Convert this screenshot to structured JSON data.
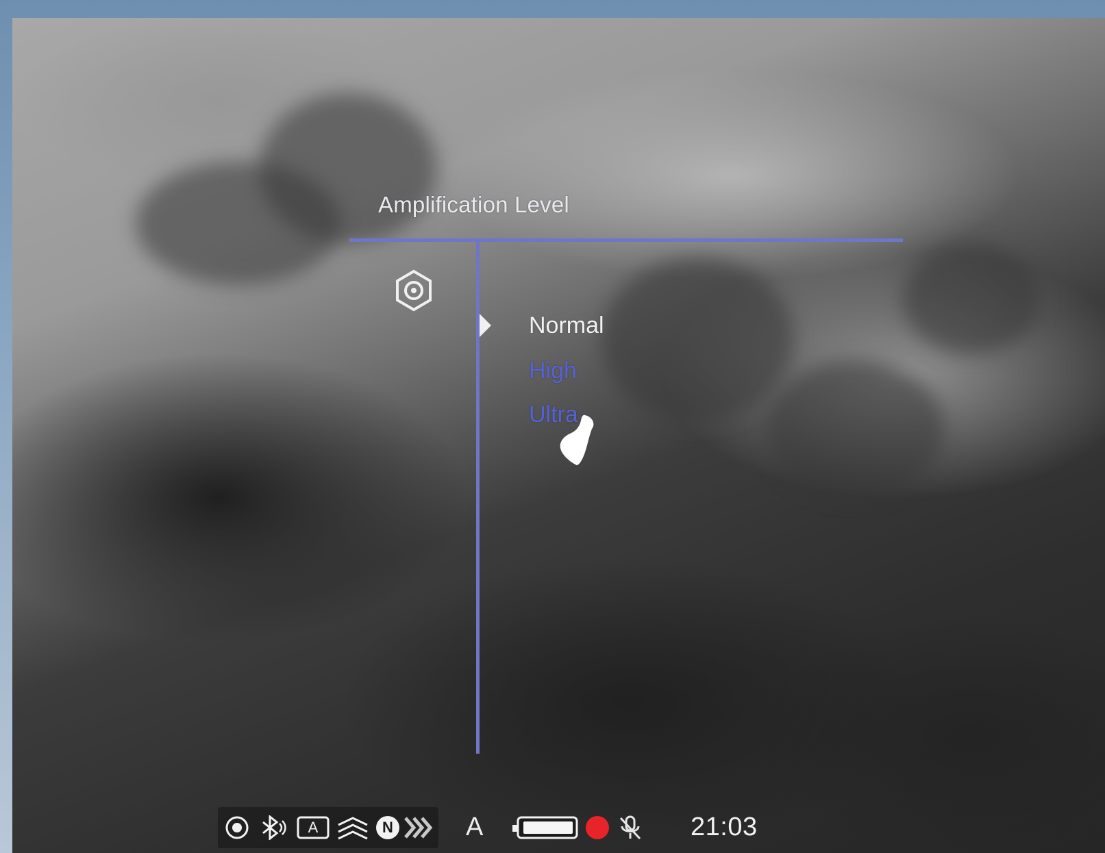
{
  "menu": {
    "title": "Amplification Level",
    "icon": "gear-icon",
    "options": [
      {
        "label": "Normal",
        "selected": true
      },
      {
        "label": "High",
        "selected": false
      },
      {
        "label": "Ultra",
        "selected": false
      }
    ],
    "accent_color": "#6f76c6",
    "unselected_color": "#5561d6"
  },
  "status_bar": {
    "icons": [
      "record-mode-icon",
      "bluetooth-icon",
      "auto-calibration-icon",
      "wifi-stream-icon",
      "noise-reduction-icon",
      "signal-chevrons-icon",
      "battery-icon",
      "recording-dot-icon",
      "microphone-muted-icon"
    ],
    "mode_letter": "A",
    "auto_calibration_letter": "A",
    "noise_reduction_letter": "N",
    "time": "21:03",
    "recording_color": "#e8232a"
  }
}
